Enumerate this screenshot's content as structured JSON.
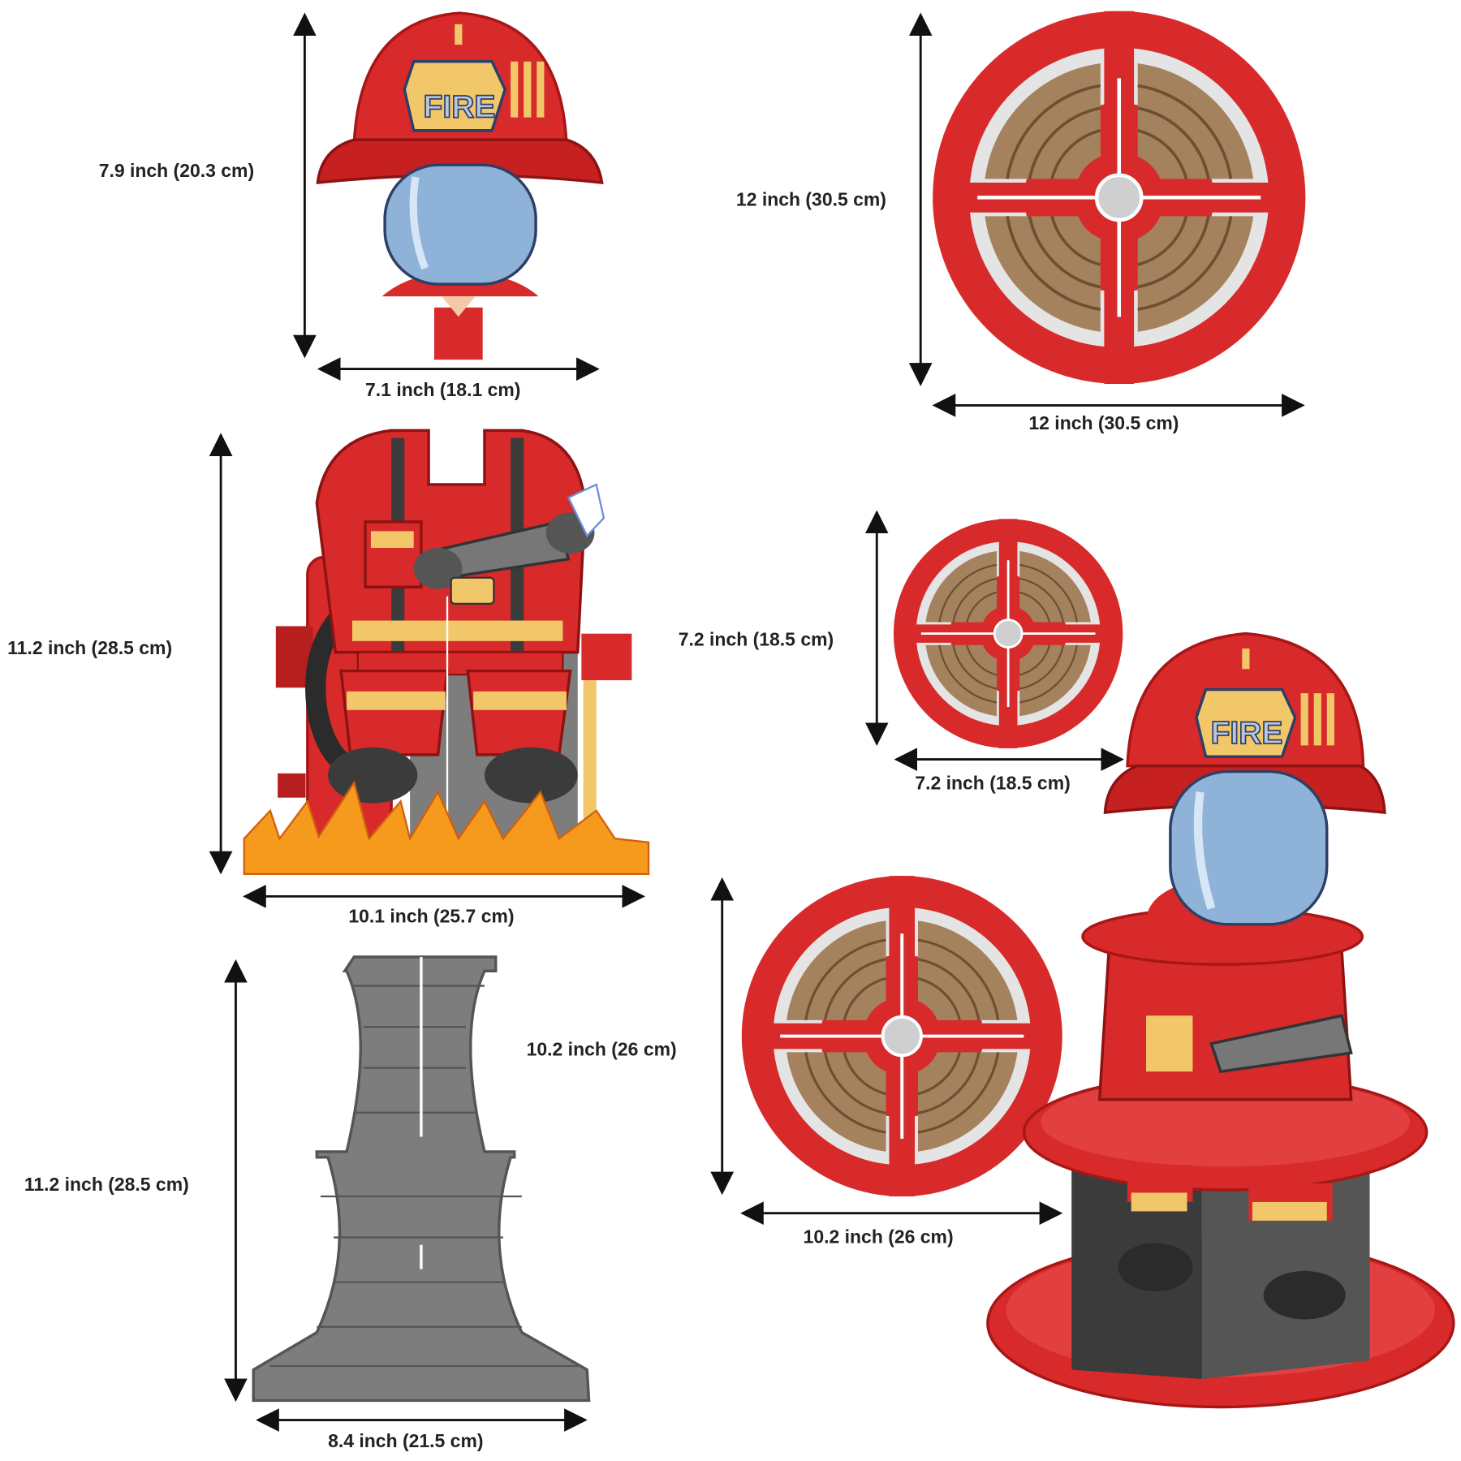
{
  "pieces": {
    "helmet": {
      "height_label": "7.9 inch (20.3 cm)",
      "width_label": "7.1 inch (18.1 cm)",
      "badge_text": "FIRE"
    },
    "top_plate": {
      "height_label": "12 inch (30.5 cm)",
      "width_label": "12 inch (30.5 cm)"
    },
    "firefighter_body": {
      "height_label": "11.2 inch (28.5 cm)",
      "width_label": "10.1 inch (25.7 cm)"
    },
    "small_plate": {
      "height_label": "7.2 inch (18.5 cm)",
      "width_label": "7.2 inch (18.5 cm)"
    },
    "brick_base": {
      "height_label": "11.2 inch (28.5 cm)",
      "width_label": "8.4 inch (21.5 cm)"
    },
    "medium_plate": {
      "height_label": "10.2 inch (26 cm)",
      "width_label": "10.2 inch (26 cm)"
    },
    "assembled_stand": {
      "badge_text": "FIRE"
    }
  },
  "colors": {
    "red": "#d82a2a",
    "dark_red": "#a81616",
    "hose_brown": "#a5825e",
    "white_segment": "#e4e4e4",
    "visor": "#8eb2d8",
    "badge": "#f1c76a",
    "brick": "#7d7d7d",
    "brick_dark": "#5c5c5c",
    "flame": "#f59a1c"
  }
}
